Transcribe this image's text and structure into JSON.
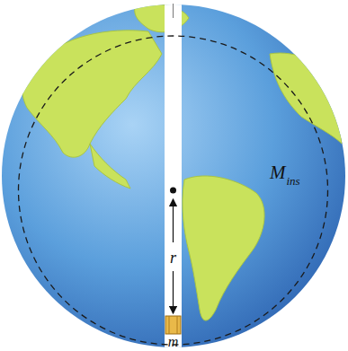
{
  "diagram": {
    "labels": [
      "M",
      "ins",
      "r",
      "m"
    ]
  }
}
